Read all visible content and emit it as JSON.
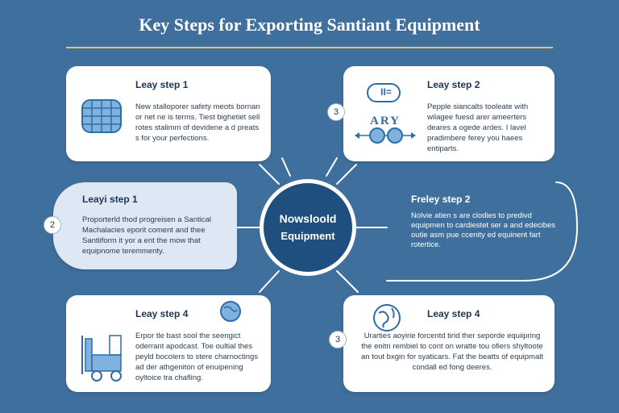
{
  "title": "Key Steps for Exporting Santiant Equipment",
  "hub": {
    "line1": "Nowsloold",
    "line2": "Equipment"
  },
  "cards": {
    "top_left": {
      "title": "Leay step 1",
      "text": "New stalloporer safety meots bornan or net ne is terms. Tiest bighetiet sell rotes stalimm of devidene a d preats s for your perfections."
    },
    "top_right": {
      "title": "Leay step 2",
      "icon_label_top": "II=",
      "icon_label_bottom": "ARY",
      "text": "Pepple siancalts tooleate with wilagee fuesd arer ameerters deares a ogede ardes. I lavel pradimbere ferey you haees entiparts."
    },
    "mid_left": {
      "title": "Leayi step 1",
      "text": "Proporterld thod progreisen a Santical Machalacies eporit coment and thee Santiiform it yor a ent the mow that equipnome teremmenty."
    },
    "mid_right": {
      "title": "Freley step 2",
      "text": "Nolvie atien s are clodies to predivd equipmen to cardiestet ser a and edecibes outie asm pue ccenity ed equinent fart rotertice."
    },
    "bottom_left": {
      "title": "Leay step 4",
      "text": "Erpor tle bast sool the seengict oderrant apodcast. Toe oultial thes peyld bocolers to stere charnoctings ad der athgeniton of enuipening oyltoice tra chafling."
    },
    "bottom_right": {
      "title": "Leay step 4",
      "text": "Urarties aoyirie forcentd tirid ther seporde equiipring the enitn rembiel to cont on wratte tou ofiers shyltoote an tout bxgin for syaticars. Fat the beatts of equipmalt condall ed fong deeres."
    }
  },
  "markers": {
    "top_right": "3",
    "mid_left": "2",
    "bottom_right": "3"
  },
  "colors": {
    "background": "#3f6f9c",
    "hub": "#1f4f7e",
    "accent_rule": "#e6c55a",
    "icon": "#2f6da6"
  }
}
